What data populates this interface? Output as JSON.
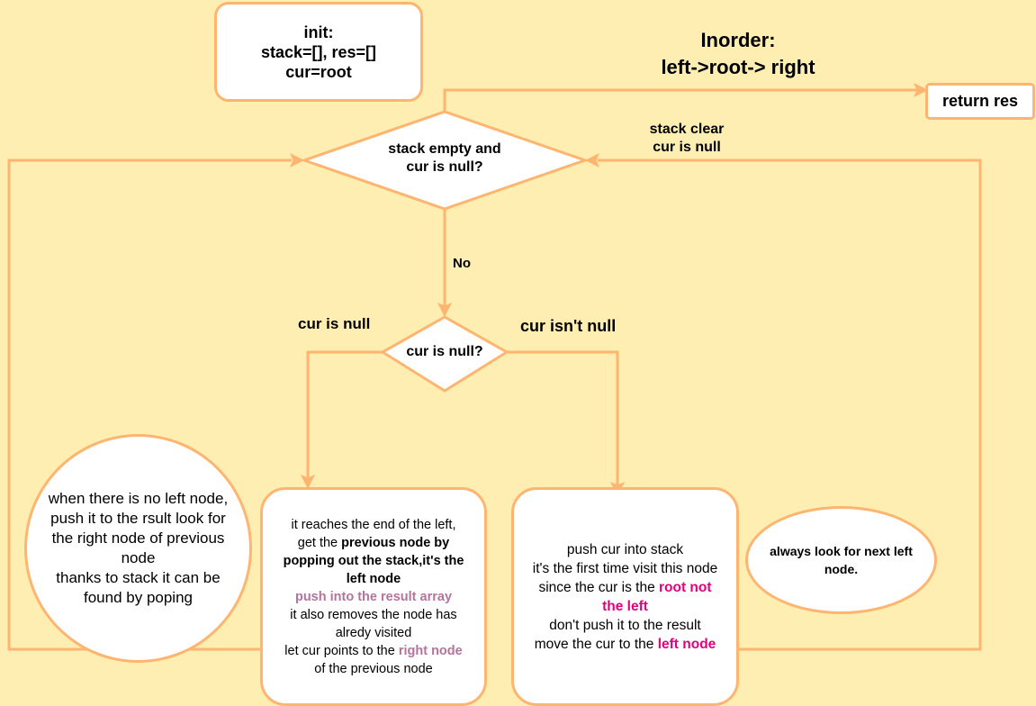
{
  "colors": {
    "background": "#FFEEB2",
    "stroke": "#FFB570",
    "highlight_magenta": "#E6007E",
    "highlight_purple": "#B5739D"
  },
  "init": {
    "line1": "init:",
    "line2": "stack=[], res=[]",
    "line3": "cur=root"
  },
  "title": {
    "line1": "Inorder:",
    "line2": "left->root-> right"
  },
  "return_box": "return res",
  "decision_top": {
    "line1": "stack empty and",
    "line2": "cur is null?"
  },
  "label_stack_clear": {
    "line1": "stack clear",
    "line2": "cur is null"
  },
  "label_no": "No",
  "decision_mid": "cur is null?",
  "label_cur_null": "cur is null",
  "label_cur_not_null": "cur isn't null",
  "left_note": {
    "line1": "when there is no left node,",
    "line2": "push it to the rsult look for",
    "line3": "the right node of previous",
    "line4": "node",
    "line5": "thanks to stack it can be",
    "line6": "found by poping"
  },
  "pop_box": {
    "line1": "it reaches the end of the left,",
    "line2_plain": "get the ",
    "line2_bold": "previous node by",
    "line3": "popping out the stack,it's the",
    "line4": "left node",
    "line5": "push into the result array",
    "line6": "it also removes the node has",
    "line7": "alredy visited",
    "line8_plain": "let cur points to the ",
    "line8_hl": "right node",
    "line9": "of the previous node"
  },
  "push_box": {
    "line1": "push cur into stack",
    "line2": "it's the first time visit this node",
    "line3_plain": "since the cur is the ",
    "line3_hl": "root not",
    "line4_hl": "the left",
    "line5": "don't push it to the result",
    "line6_plain": "move the cur to the ",
    "line6_hl": "left node"
  },
  "right_note": {
    "line1": "always look for next left",
    "line2": "node."
  }
}
